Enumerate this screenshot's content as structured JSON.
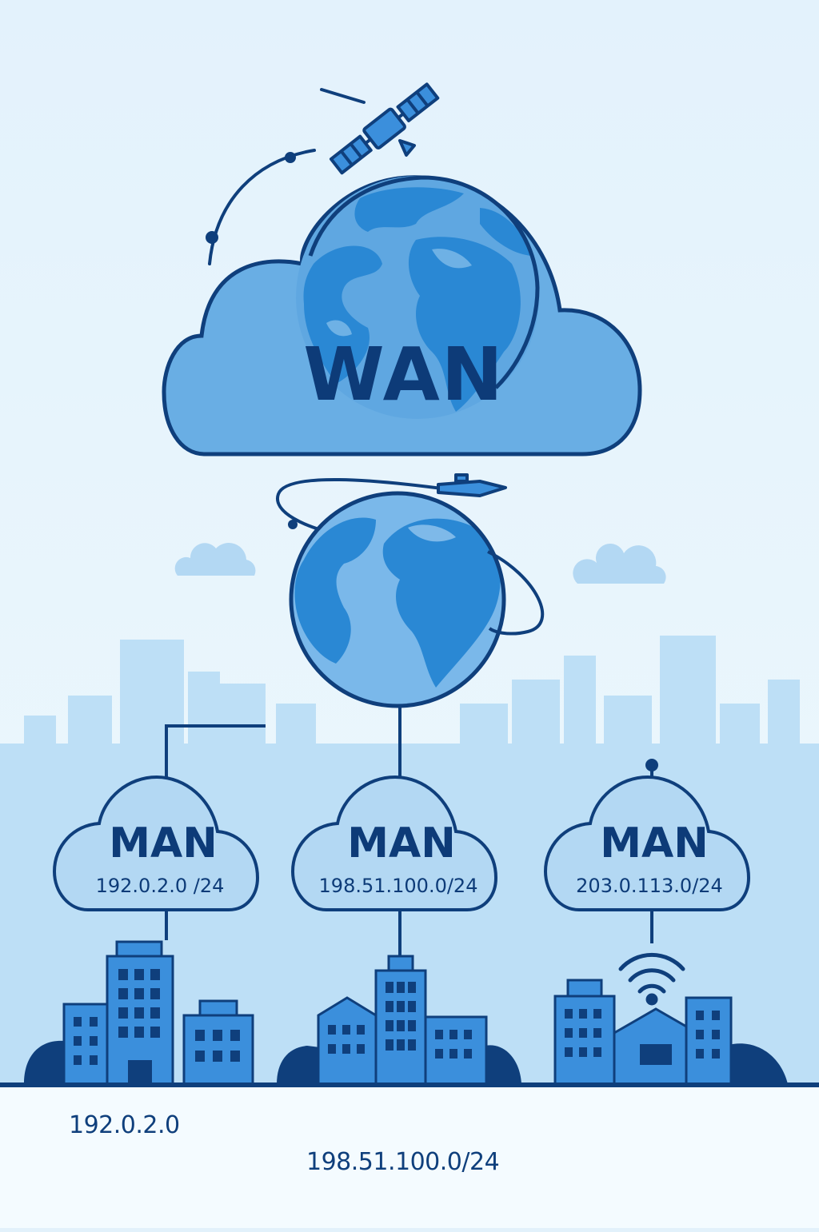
{
  "wan": {
    "label": "WAN"
  },
  "mans": [
    {
      "label": "MAN",
      "subnet": "192.0.2.0 /24"
    },
    {
      "label": "MAN",
      "subnet": "198.51.100.0/24"
    },
    {
      "label": "MAN",
      "subnet": "203.0.113.0/24"
    }
  ],
  "footer": {
    "label_1": "192.0.2.0",
    "label_2": "198.51.100.0/24"
  },
  "colors": {
    "stroke": "#0f3f7c",
    "cloud_fill": "#6cb2e6",
    "globe_ocean": "#7ab8ea",
    "globe_land": "#2a88d4",
    "building": "#3b8fdc",
    "skyline": "#b9dcf5",
    "bg_top": "#e3f2fc",
    "bg_bottom": "#f4fbff"
  },
  "icons": [
    "satellite-icon",
    "globe-icon",
    "wifi-icon",
    "city-building-icon",
    "cloud-icon"
  ]
}
